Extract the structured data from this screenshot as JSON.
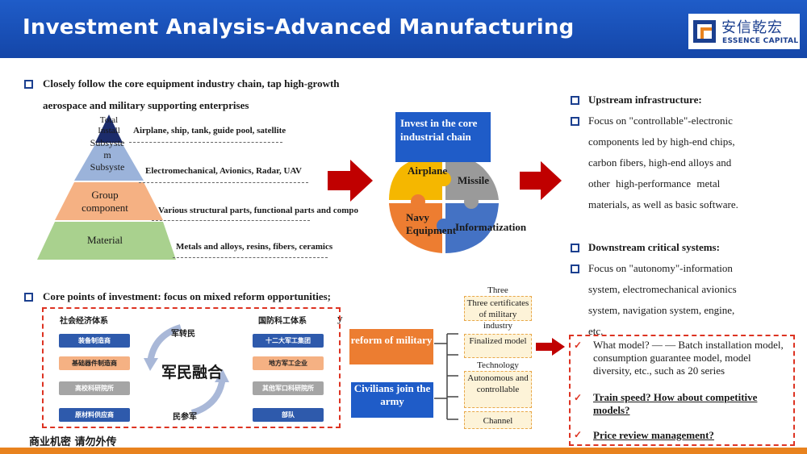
{
  "header": {
    "title": "Investment Analysis-Advanced Manufacturing",
    "logo_cn": "安信乾宏",
    "logo_en": "ESSENCE CAPITAL"
  },
  "left": {
    "point1_line1": "Closely follow the core equipment industry chain, tap high-growth",
    "point1_line2": "aerospace and military supporting enterprises",
    "pyramid": {
      "levels": [
        {
          "name": "Total Install",
          "desc": "Airplane, ship, tank, guide pool, satellite"
        },
        {
          "name": "Subsystem",
          "desc": "Electromechanical, Avionics, Radar, UAV"
        },
        {
          "name": "Group component",
          "desc": "Various structural parts, functional parts and components"
        },
        {
          "name": "Material",
          "desc": "Metals and alloys, resins, fibers, ceramics"
        }
      ],
      "tip_lines": [
        "Total",
        "Install"
      ],
      "sub_lines": [
        "Subsyste",
        "m",
        "Subsyste"
      ],
      "group_lines": [
        "Group",
        "component"
      ],
      "desc_component_visible": "Various structural parts, functional parts and compo"
    },
    "point2": "Core points of investment: focus on mixed reform opportunities;",
    "point2_tail": "y"
  },
  "center": {
    "invest_box": "Invest in the core industrial chain",
    "puzzle": {
      "airplane": "Airplane",
      "missile": "Missile",
      "navy": "Navy Equipment",
      "info": "Informatization"
    },
    "colors": {
      "yellow": "#f5b700",
      "gray": "#9a9a9a",
      "orange": "#ed7d31",
      "blue": "#4472c4"
    }
  },
  "right": {
    "upstream_title": "Upstream infrastructure:",
    "upstream_lines": [
      "Focus on \"controllable\"-electronic",
      "components led by high-end chips,",
      "carbon fibers, high-end alloys and",
      "other high-performance metal",
      "materials, as well as basic software."
    ],
    "downstream_title": "Downstream critical systems:",
    "downstream_lines": [
      "Focus on \"autonomy\"-information",
      "system, electromechanical avionics",
      "system, navigation system, engine,",
      "etc."
    ],
    "questions": [
      "What model? — — Batch installation model, consumption guarantee model, model diversity, etc., such as 20 series",
      "Train speed? How about competitive models?",
      "Price review management?"
    ]
  },
  "mil_civil": {
    "left_head": "社会经济体系",
    "right_head": "国防科工体系",
    "top_label": "军转民",
    "bottom_label": "民参军",
    "center": "军民融合",
    "left_tags": [
      "装备制造商",
      "基础器件制造商",
      "高校科研院所",
      "原材料供应商"
    ],
    "right_tags": [
      "十二大军工集团",
      "地方军工企业",
      "其他军口科研院所",
      "部队"
    ]
  },
  "reform": {
    "orange": "reform of military",
    "blue": "Civilians join the army",
    "items": [
      "Three certificates of military industry",
      "Finalized model",
      "Technology",
      "Autonomous and controllable",
      "Channel"
    ]
  },
  "footer": {
    "confidential": "商业机密 请勿外传"
  }
}
